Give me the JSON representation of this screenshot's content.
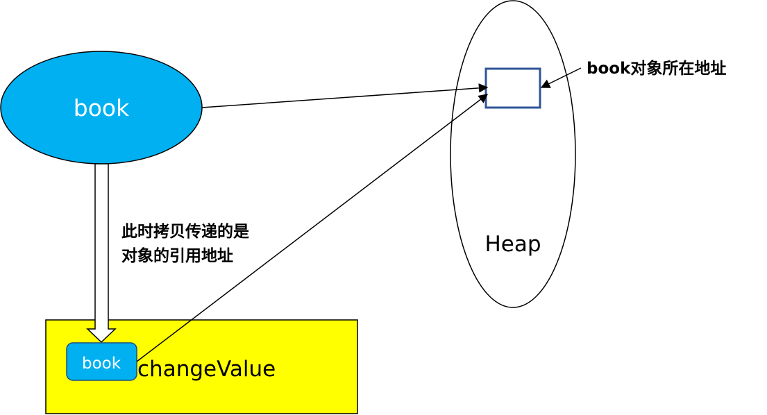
{
  "diagram": {
    "book_node_label": "book",
    "heap_label": "Heap",
    "heap_address_label": "book对象所在地址",
    "copy_note_line1": "此时拷贝传递的是",
    "copy_note_line2": "对象的引用地址",
    "method_label": "changeValue",
    "param_label": "book"
  },
  "colors": {
    "book_fill": "#00b0f0",
    "method_fill": "#ffff00",
    "address_box_stroke": "#2f5597",
    "stroke": "#000000",
    "node_text": "#ffffff"
  }
}
